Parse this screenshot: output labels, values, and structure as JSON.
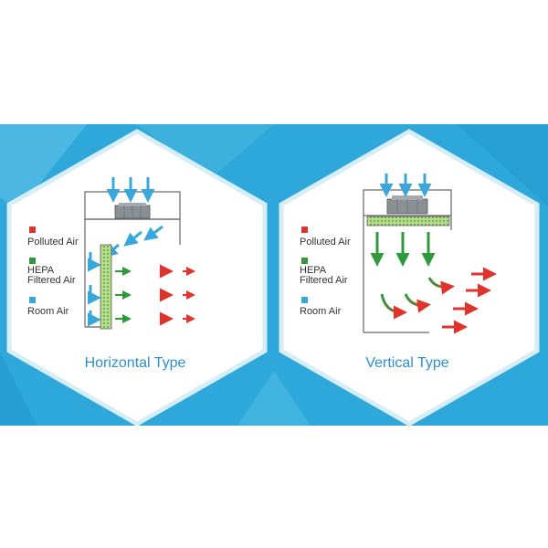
{
  "colors": {
    "background": "#ffffff",
    "banner": "#2ea8da",
    "banner_facet_light": "#5fc2e8",
    "banner_facet_dark": "#1e8ec4",
    "hex_fill": "#ffffff",
    "hex_border": "#d7eef8",
    "title": "#2a8fd0",
    "polluted_air": "#e0332b",
    "hepa_air": "#2e9a3c",
    "room_air": "#3aa7dc",
    "filter_fill": "#b5dc8a",
    "frame": "#666666",
    "fan": "#8a8f94"
  },
  "panels": [
    {
      "id": "horizontal",
      "title": "Horizontal Type",
      "legend": [
        {
          "key": "polluted",
          "label": "Polluted Air",
          "color": "#e0332b"
        },
        {
          "key": "hepa",
          "label": "HEPA\nFiltered Air",
          "color": "#2e9a3c"
        },
        {
          "key": "room",
          "label": "Room Air",
          "color": "#3aa7dc"
        }
      ]
    },
    {
      "id": "vertical",
      "title": "Vertical Type",
      "legend": [
        {
          "key": "polluted",
          "label": "Polluted Air",
          "color": "#e0332b"
        },
        {
          "key": "hepa",
          "label": "HEPA\nFiltered Air",
          "color": "#2e9a3c"
        },
        {
          "key": "room",
          "label": "Room Air",
          "color": "#3aa7dc"
        }
      ]
    }
  ],
  "icons": {
    "fan": "fan-icon",
    "filter": "hepa-filter-icon",
    "arrow": "airflow-arrow-icon"
  }
}
